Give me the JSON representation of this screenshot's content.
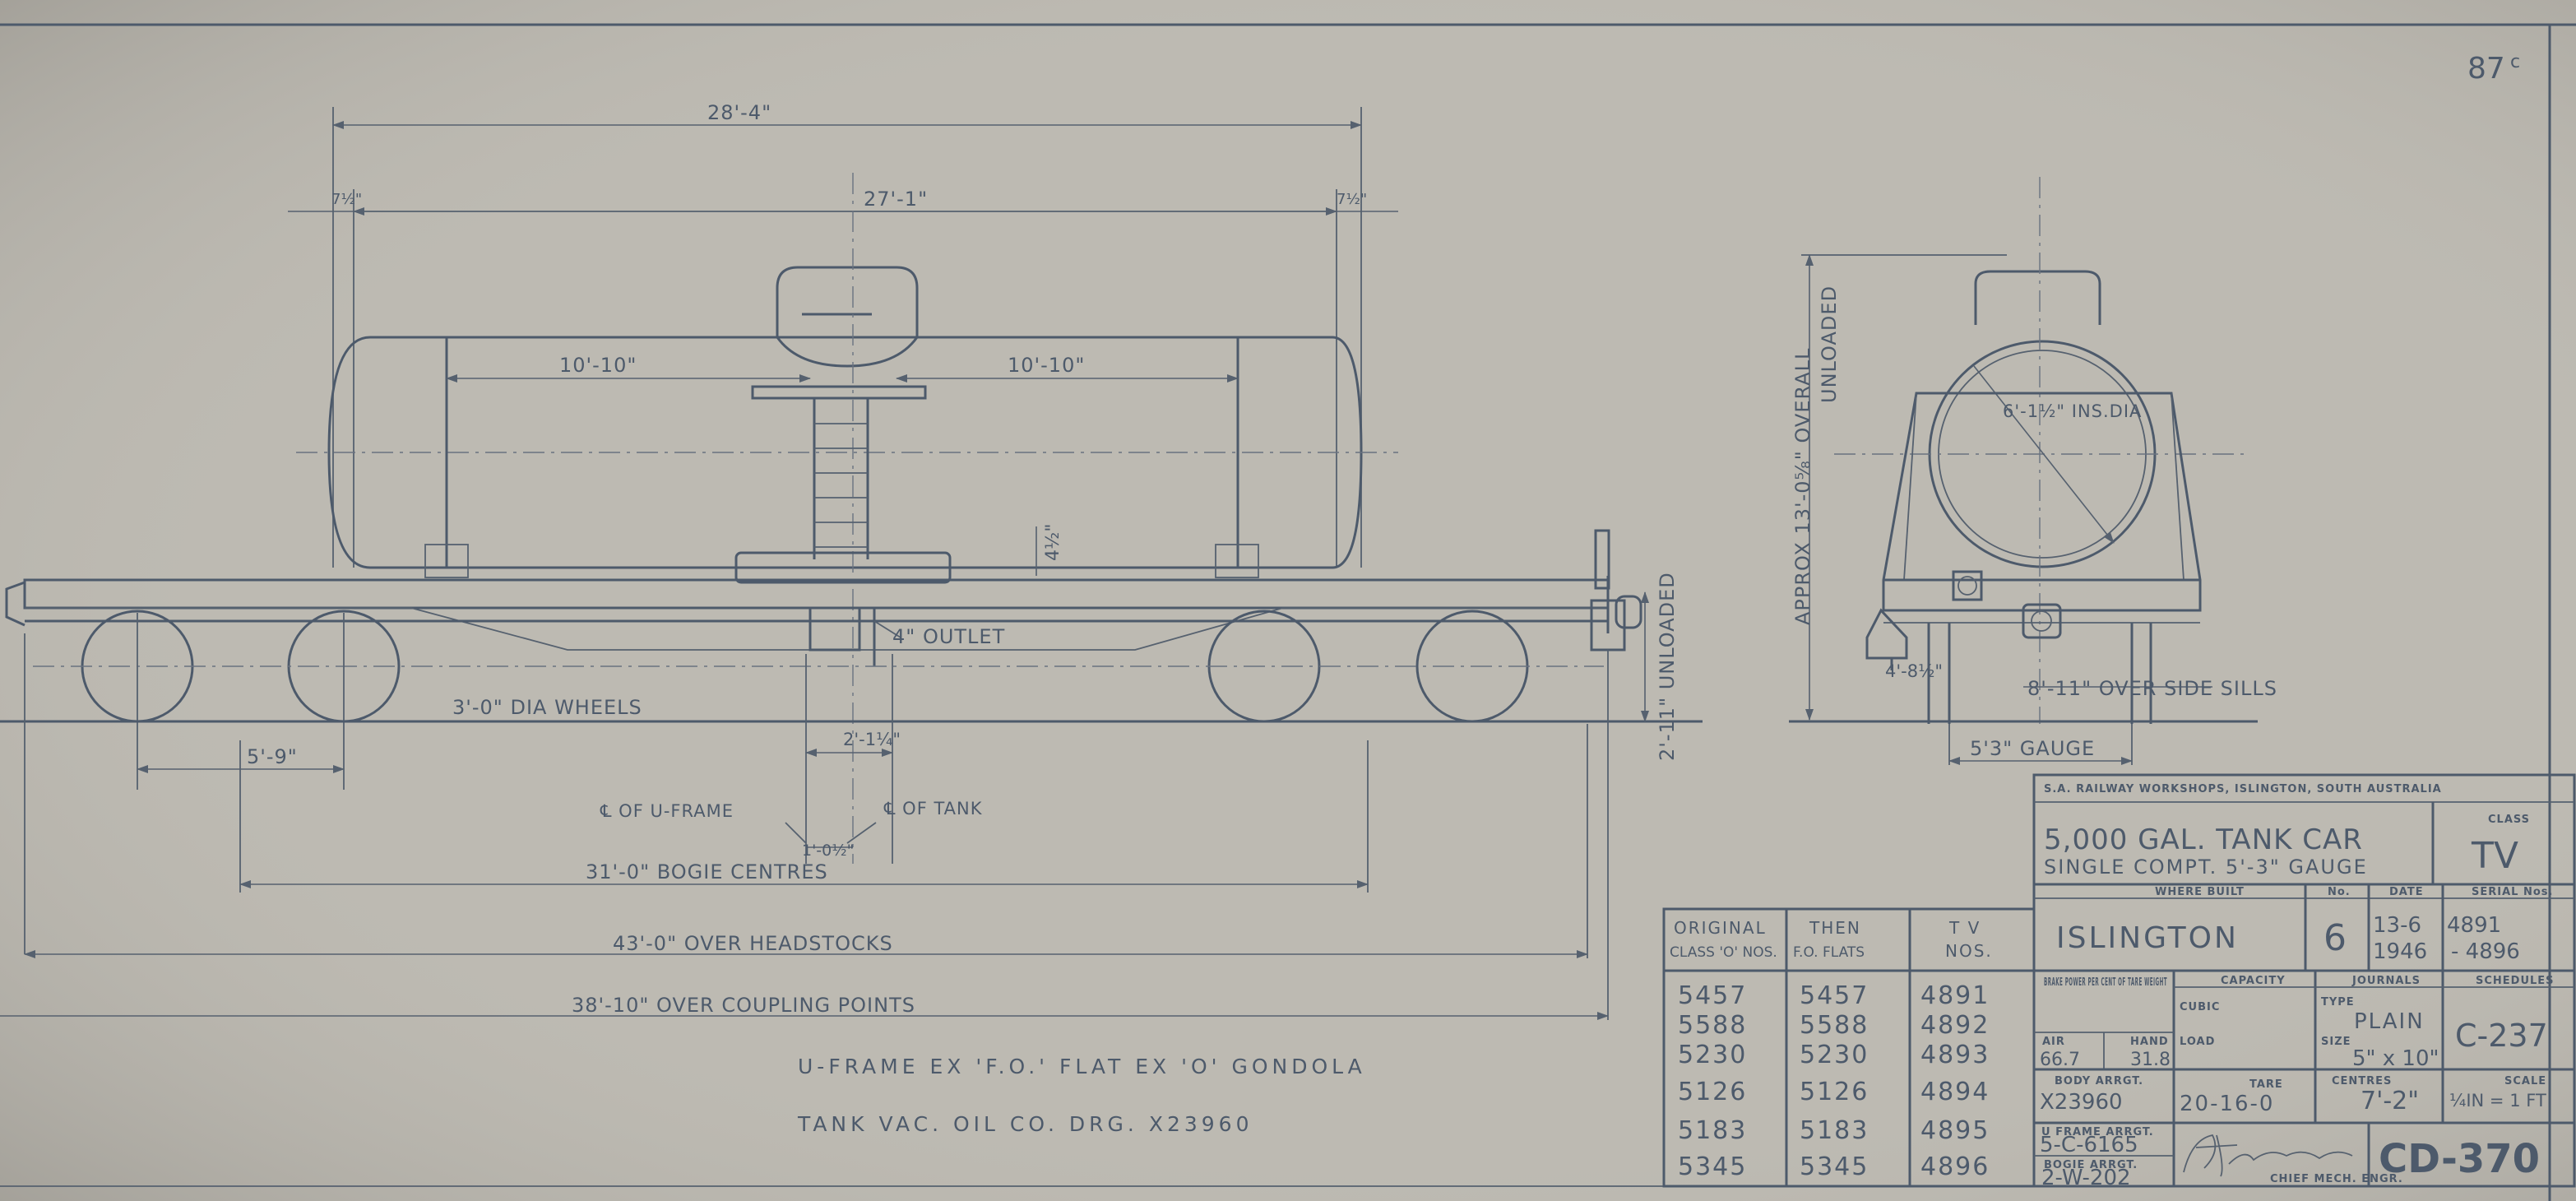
{
  "sheet": {
    "page_number": "87",
    "page_number_mark": "c",
    "drawing_number": "CD-370"
  },
  "side_elevation": {
    "overall_length": "28'-4\"",
    "tank_length": "27'-1\"",
    "tank_left_offset": "7½\"",
    "tank_right_offset": "7½\"",
    "band_spacing_left": "10'-10\"",
    "band_spacing_right": "10'-10\"",
    "dome_clearance": "4½\"",
    "outlet_label": "4\" OUTLET",
    "wheel_label": "3'-0\" DIA WHEELS",
    "wheelbase": "5'-9\"",
    "outlet_offset": "2'-1¼\"",
    "uframe_centreline": "℄ OF U-FRAME",
    "tank_centreline": "℄ OF TANK",
    "centreline_offset": "1'-0½\"",
    "bogie_centres": "31'-0\" BOGIE CENTRES",
    "over_headstocks": "43'-0\" OVER HEADSTOCKS",
    "over_coupling_points": "38'-10\" OVER COUPLING POINTS",
    "unloaded_height": "2'-11\" UNLOADED"
  },
  "end_elevation": {
    "overall_height": "APPROX 13'-0⅝\" OVERALL",
    "overall_height_note": "UNLOADED",
    "tank_diameter": "6'-1½\" INS.DIA",
    "step_height": "4'-8½\"",
    "over_side_sills": "8'-11\" OVER SIDE SILLS",
    "gauge": "5'3\" GAUGE"
  },
  "notes": {
    "line1": "U-FRAME EX 'F.O.' FLAT EX 'O' GONDOLA",
    "line2": "TANK VAC. OIL CO. DRG. X23960"
  },
  "numbers_table": {
    "headers": [
      [
        "ORIGINAL",
        "CLASS 'O' NOS."
      ],
      [
        "THEN",
        "F.O. FLATS"
      ],
      [
        "T V",
        "NOS."
      ]
    ],
    "rows": [
      [
        "5457",
        "5457",
        "4891"
      ],
      [
        "5588",
        "5588",
        "4892"
      ],
      [
        "5230",
        "5230",
        "4893"
      ],
      [
        "5126",
        "5126",
        "4894"
      ],
      [
        "5183",
        "5183",
        "4895"
      ],
      [
        "5345",
        "5345",
        "4896"
      ]
    ]
  },
  "title_block": {
    "header": "S.A. RAILWAY WORKSHOPS, ISLINGTON, SOUTH AUSTRALIA",
    "title": "5,000 GAL. TANK CAR",
    "subtitle": "SINGLE COMPT.   5'-3\" GAUGE",
    "class_label": "CLASS",
    "class_value": "TV",
    "where_built_label": "WHERE BUILT",
    "where_built": "ISLINGTON",
    "no_label": "No.",
    "quantity": "6",
    "date_label": "DATE",
    "date_line1": "13-6",
    "date_line2": "1946",
    "serial_label": "SERIAL Nos.",
    "serial_line1": "4891",
    "serial_line2": "- 4896",
    "brake_power_label": "BRAKE POWER PER CENT OF TARE WEIGHT",
    "air_label": "AIR",
    "air_value": "66.7",
    "hand_label": "HAND",
    "hand_value": "31.8",
    "capacity_label": "CAPACITY",
    "cubic_label": "CUBIC",
    "load_label": "LOAD",
    "journals_label": "JOURNALS",
    "type_label": "TYPE",
    "journal_type": "PLAIN",
    "size_label": "SIZE",
    "journal_size": "5\" x 10\"",
    "schedules_label": "SCHEDULES",
    "schedule": "C-237",
    "body_arrgt_label": "BODY ARRGT.",
    "body_arrgt": "X23960",
    "tare_label": "TARE",
    "tare": "20-16-0",
    "centres_label": "CENTRES",
    "centres": "7'-2\"",
    "scale_label": "SCALE",
    "scale": "¼IN = 1 FT",
    "uframe_arrgt_label": "U FRAME ARRGT.",
    "uframe_arrgt": "5-C-6165",
    "bogie_arrgt_label": "BOGIE ARRGT.",
    "bogie_arrgt": "2-W-202",
    "signature": "F.H. Harrison",
    "signature_title": "CHIEF MECH. ENGR."
  }
}
